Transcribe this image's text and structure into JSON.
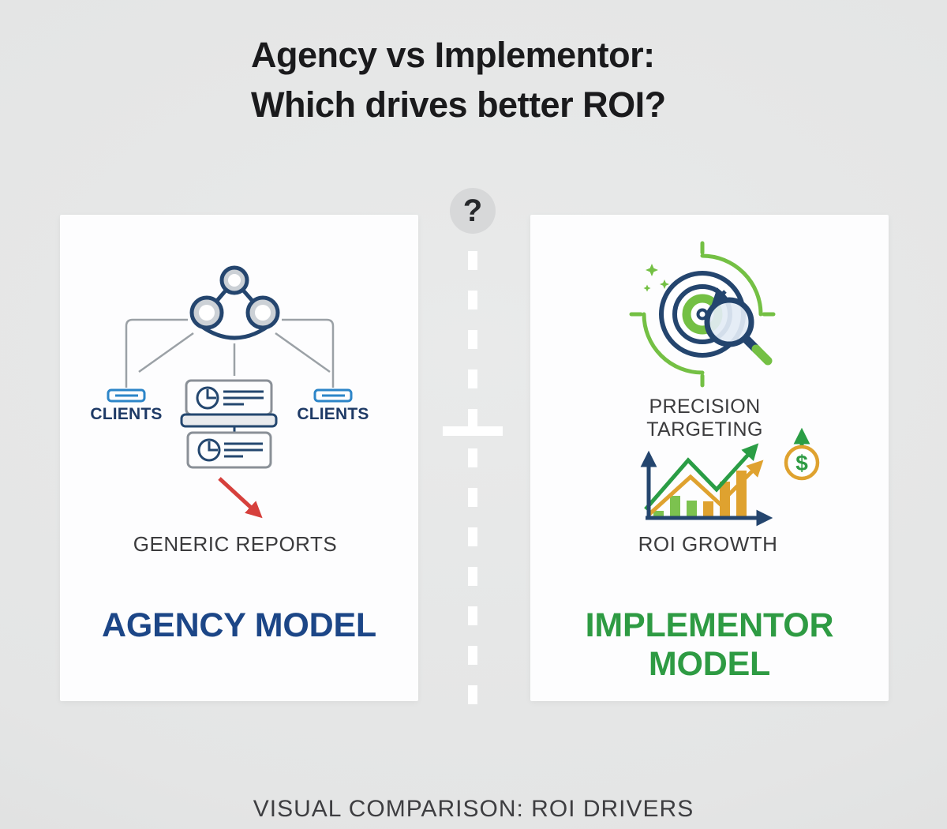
{
  "page": {
    "background_color": "#e4e5e5"
  },
  "title": {
    "line1": "Agency vs Implementor:",
    "line2": "Which drives better ROI?",
    "color": "#1a1a1c"
  },
  "divider": {
    "question_mark": "?",
    "dash_color": "#ffffff",
    "badge_color": "#d7d8d9"
  },
  "agency_card": {
    "model_label": "AGENCY MODEL",
    "client_left": "CLIENTS",
    "client_right": "CLIENTS",
    "caption": "GENERIC REPORTS",
    "icons": [
      "network-icon",
      "clients-device-icon",
      "report-card-icon",
      "red-decline-arrow-icon"
    ],
    "colors": {
      "model_text": "#1c4687",
      "clients_text": "#1e3a66",
      "icon_navy": "#24456e",
      "device_blue": "#2c85c8",
      "arrow_red": "#d6403c",
      "connector_gray": "#9ba1a6"
    }
  },
  "implementor_card": {
    "model_label": "IMPLEMENTOR MODEL",
    "targeting_line1": "PRECISION",
    "targeting_line2": "TARGETING",
    "growth_label": "ROI GROWTH",
    "coin_symbol": "$",
    "icons": [
      "target-magnifier-icon",
      "sparkles-icon",
      "growth-chart-icon",
      "dollar-coin-icon"
    ],
    "colors": {
      "model_text": "#2e9b43",
      "icon_green": "#74c044",
      "line_green": "#2a9d45",
      "gold": "#dfa22f",
      "icon_navy": "#24456e"
    }
  },
  "footer": {
    "caption": "VISUAL COMPARISON: ROI DRIVERS",
    "color": "#3e3e41"
  }
}
